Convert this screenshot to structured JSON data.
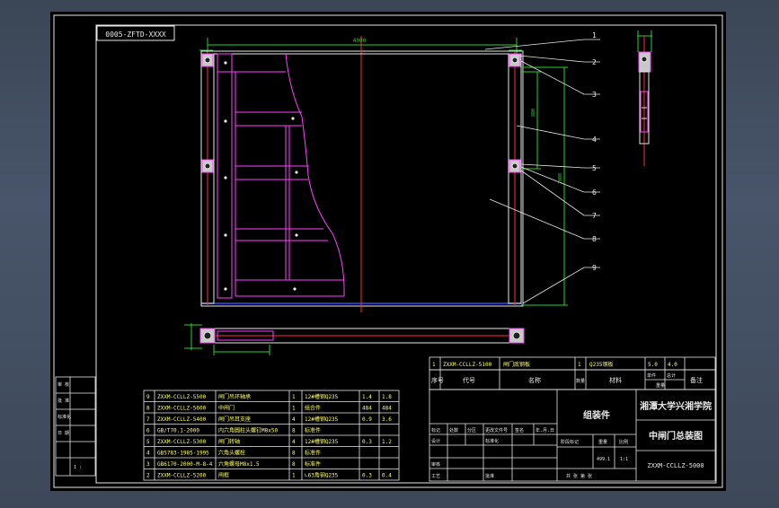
{
  "drawing": {
    "stamp": "0005-ZFTD-XXXX",
    "top_dimension": "4000",
    "side_dimension_1": "800",
    "side_dimension_2": "2000",
    "callouts": [
      "1",
      "2",
      "3",
      "4",
      "5",
      "6",
      "7",
      "8",
      "9"
    ]
  },
  "left_stamp": {
    "rows": [
      "审 核",
      "批 准",
      "标准化",
      "日 期",
      ""
    ],
    "numbers": [
      "1 :"
    ]
  },
  "upper_bom_row": {
    "no": "1",
    "code": "ZXXM-CCLLZ-5100",
    "name": "闸门底钢板",
    "qty": "1",
    "material": "Q235钢板",
    "weight": "5.0",
    "total": "4.0"
  },
  "bom_header": {
    "no": "序号",
    "code": "代号",
    "name": "名称",
    "qty": "数量",
    "material": "材料",
    "unit": "单件",
    "total": "总计",
    "weight": "重量",
    "note": "备注"
  },
  "bom_rows": [
    {
      "no": "9",
      "code": "ZXXM-CCLLZ-5500",
      "name": "闸门吊环轴承",
      "qty": "1",
      "material": "12#槽钢Q235",
      "unit": "1.4",
      "total": "1.8"
    },
    {
      "no": "8",
      "code": "ZXXM-CCLLZ-5600",
      "name": "中闸门",
      "qty": "1",
      "material": "组合件",
      "unit": "484",
      "total": "484"
    },
    {
      "no": "7",
      "code": "ZXXM-CCLLZ-5400",
      "name": "闸门吊耳支座",
      "qty": "4",
      "material": "12#槽钢Q235",
      "unit": "0.9",
      "total": "3.6"
    },
    {
      "no": "6",
      "code": "GB/T70.1-2000",
      "name": "内六角圆柱头螺钉M8x50",
      "qty": "8",
      "material": "标准件",
      "unit": "",
      "total": ""
    },
    {
      "no": "5",
      "code": "ZXXM-CCLLZ-5300",
      "name": "闸门转轴",
      "qty": "4",
      "material": "12#槽钢Q235",
      "unit": "0.3",
      "total": "1.2"
    },
    {
      "no": "4",
      "code": "GB5783-1985-1995",
      "name": "六角头螺栓",
      "qty": "8",
      "material": "标准件",
      "unit": "",
      "total": ""
    },
    {
      "no": "3",
      "code": "GB6170-2000-M-8-4",
      "name": "六角螺母M8x1.5",
      "qty": "8",
      "material": "标准件",
      "unit": "",
      "total": ""
    },
    {
      "no": "2",
      "code": "ZXXM-CCLLZ-5200",
      "name": "闸框",
      "qty": "1",
      "material": "∟63角钢Q235",
      "unit": "0.3",
      "total": "0.4"
    }
  ],
  "title_block": {
    "school": "湘潭大学兴湘学院",
    "assembly": "组装件",
    "drawing_name": "中闸门总装图",
    "drawing_code": "ZXXM-CCLLZ-5000",
    "label_mark": "标记",
    "label_count": "处数",
    "label_zone": "分区",
    "label_doc": "更改文件号",
    "label_sign": "签名",
    "label_date": "年.月.日",
    "label_design": "设计",
    "label_std": "标准化",
    "label_check": "审核",
    "label_craft": "工艺",
    "label_approve": "批准",
    "label_stage": "阶段标记",
    "label_weight": "重量",
    "label_scale": "比例",
    "label_sheets": "共  张 第  张",
    "scale_value": "1:1",
    "weight_value": "499.1"
  }
}
